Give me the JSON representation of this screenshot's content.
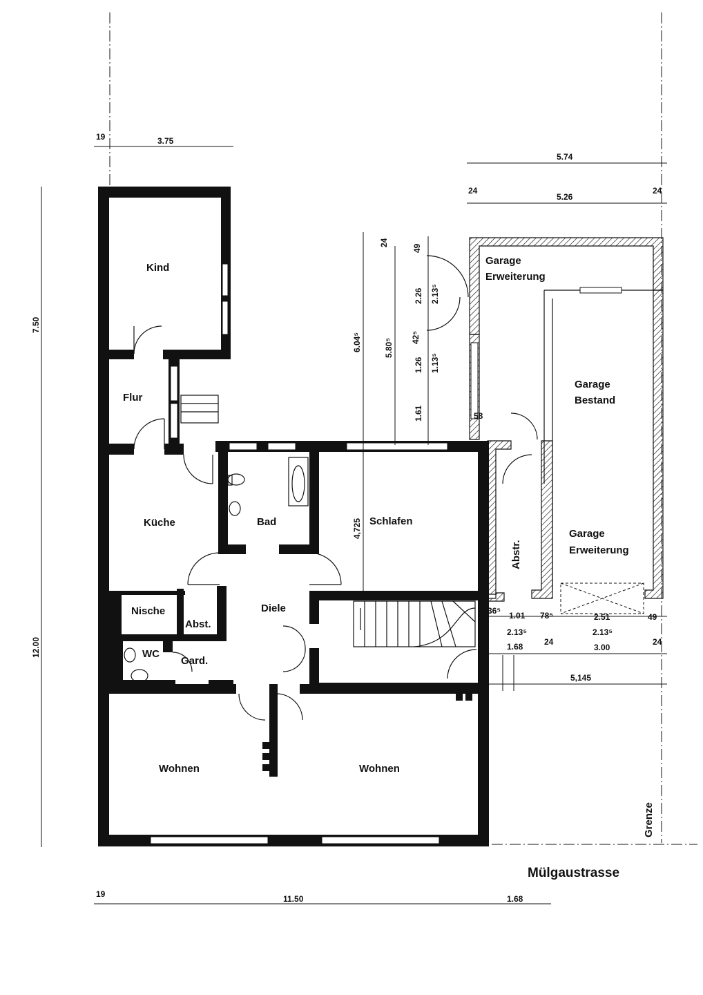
{
  "rooms": {
    "kind": "Kind",
    "flur": "Flur",
    "kueche": "Küche",
    "bad": "Bad",
    "schlafen": "Schlafen",
    "nische": "Nische",
    "abst_small": "Abst.",
    "diele": "Diele",
    "wc": "WC",
    "gard": "Gard.",
    "wohnen_left": "Wohnen",
    "wohnen_right": "Wohnen",
    "garage_erw_top_1": "Garage",
    "garage_erw_top_2": "Erweiterung",
    "garage_bestand_1": "Garage",
    "garage_bestand_2": "Bestand",
    "garage_erw_bottom_1": "Garage",
    "garage_erw_bottom_2": "Erweiterung",
    "abstr": "Abstr."
  },
  "dimensions": {
    "top_19": "19",
    "top_375": "3.75",
    "g_574": "5.74",
    "g_24_left": "24",
    "g_526": "5.26",
    "g_24_right": "24",
    "v_750": "7.50",
    "v_1200": "12.00",
    "v_6045": "6.04⁵",
    "v_5805": "5.80⁵",
    "v_24": "24",
    "v_49": "49",
    "v_226": "2.26",
    "v_2135": "2.13⁵",
    "v_425": "42⁵",
    "v_126": "1.26",
    "v_1135": "1.13⁵",
    "v_161": "1.61",
    "v_4725": "4,725",
    "d_58": "58",
    "d_36": "36⁵",
    "d_101": "1.01",
    "d_785": "78⁵",
    "d_251": "2.51",
    "d_49": "49",
    "d_2135a": "2.13⁵",
    "d_2135b": "2.13⁵",
    "d_168": "1.68",
    "d_24a": "24",
    "d_300": "3.00",
    "d_24b": "24",
    "d_5145": "5,145",
    "bot_19": "19",
    "bot_1150": "11.50",
    "bot_168": "1.68"
  },
  "street": "Mülgaustrasse",
  "grenze": "Grenze"
}
